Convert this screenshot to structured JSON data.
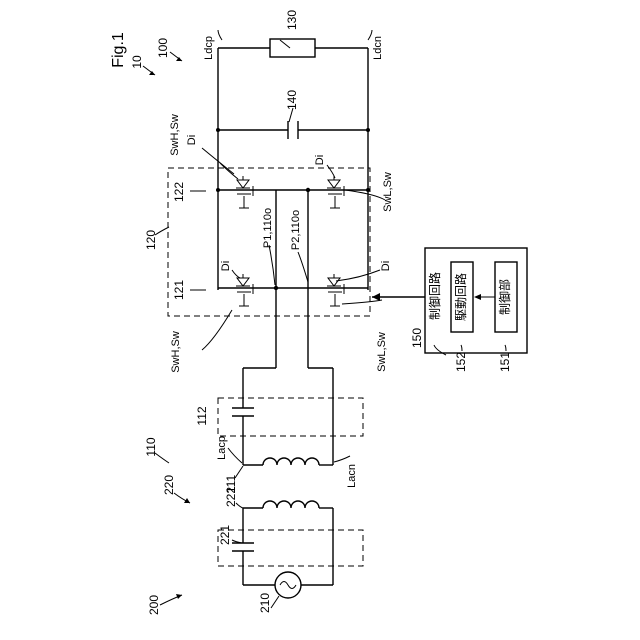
{
  "figure": {
    "title": "Fig.1"
  },
  "labels": {
    "l10": "10",
    "l100": "100",
    "l200": "200",
    "l220": "220",
    "l221": "221",
    "l222": "222",
    "l210": "210",
    "l110": "110",
    "l111": "111",
    "l112": "112",
    "l120": "120",
    "l121": "121",
    "l122": "122",
    "l130": "130",
    "l140": "140",
    "l150": "150",
    "l151": "151",
    "l152": "152",
    "ldcp": "Ldcp",
    "ldcn": "Ldcn",
    "lacp": "Lacp",
    "lacn": "Lacn",
    "p1": "P1,110o",
    "p2": "P2,110o",
    "swh_top": "SwH,Sw",
    "swh_bottom": "SwH,Sw",
    "swl_top": "SwL,Sw",
    "swl_bottom": "SwL,Sw",
    "di_1": "Di",
    "di_2": "Di",
    "di_3": "Di",
    "di_4": "Di",
    "control_circuit": "制御回路",
    "drive_circuit": "駆動回路",
    "control_unit": "制御部"
  }
}
